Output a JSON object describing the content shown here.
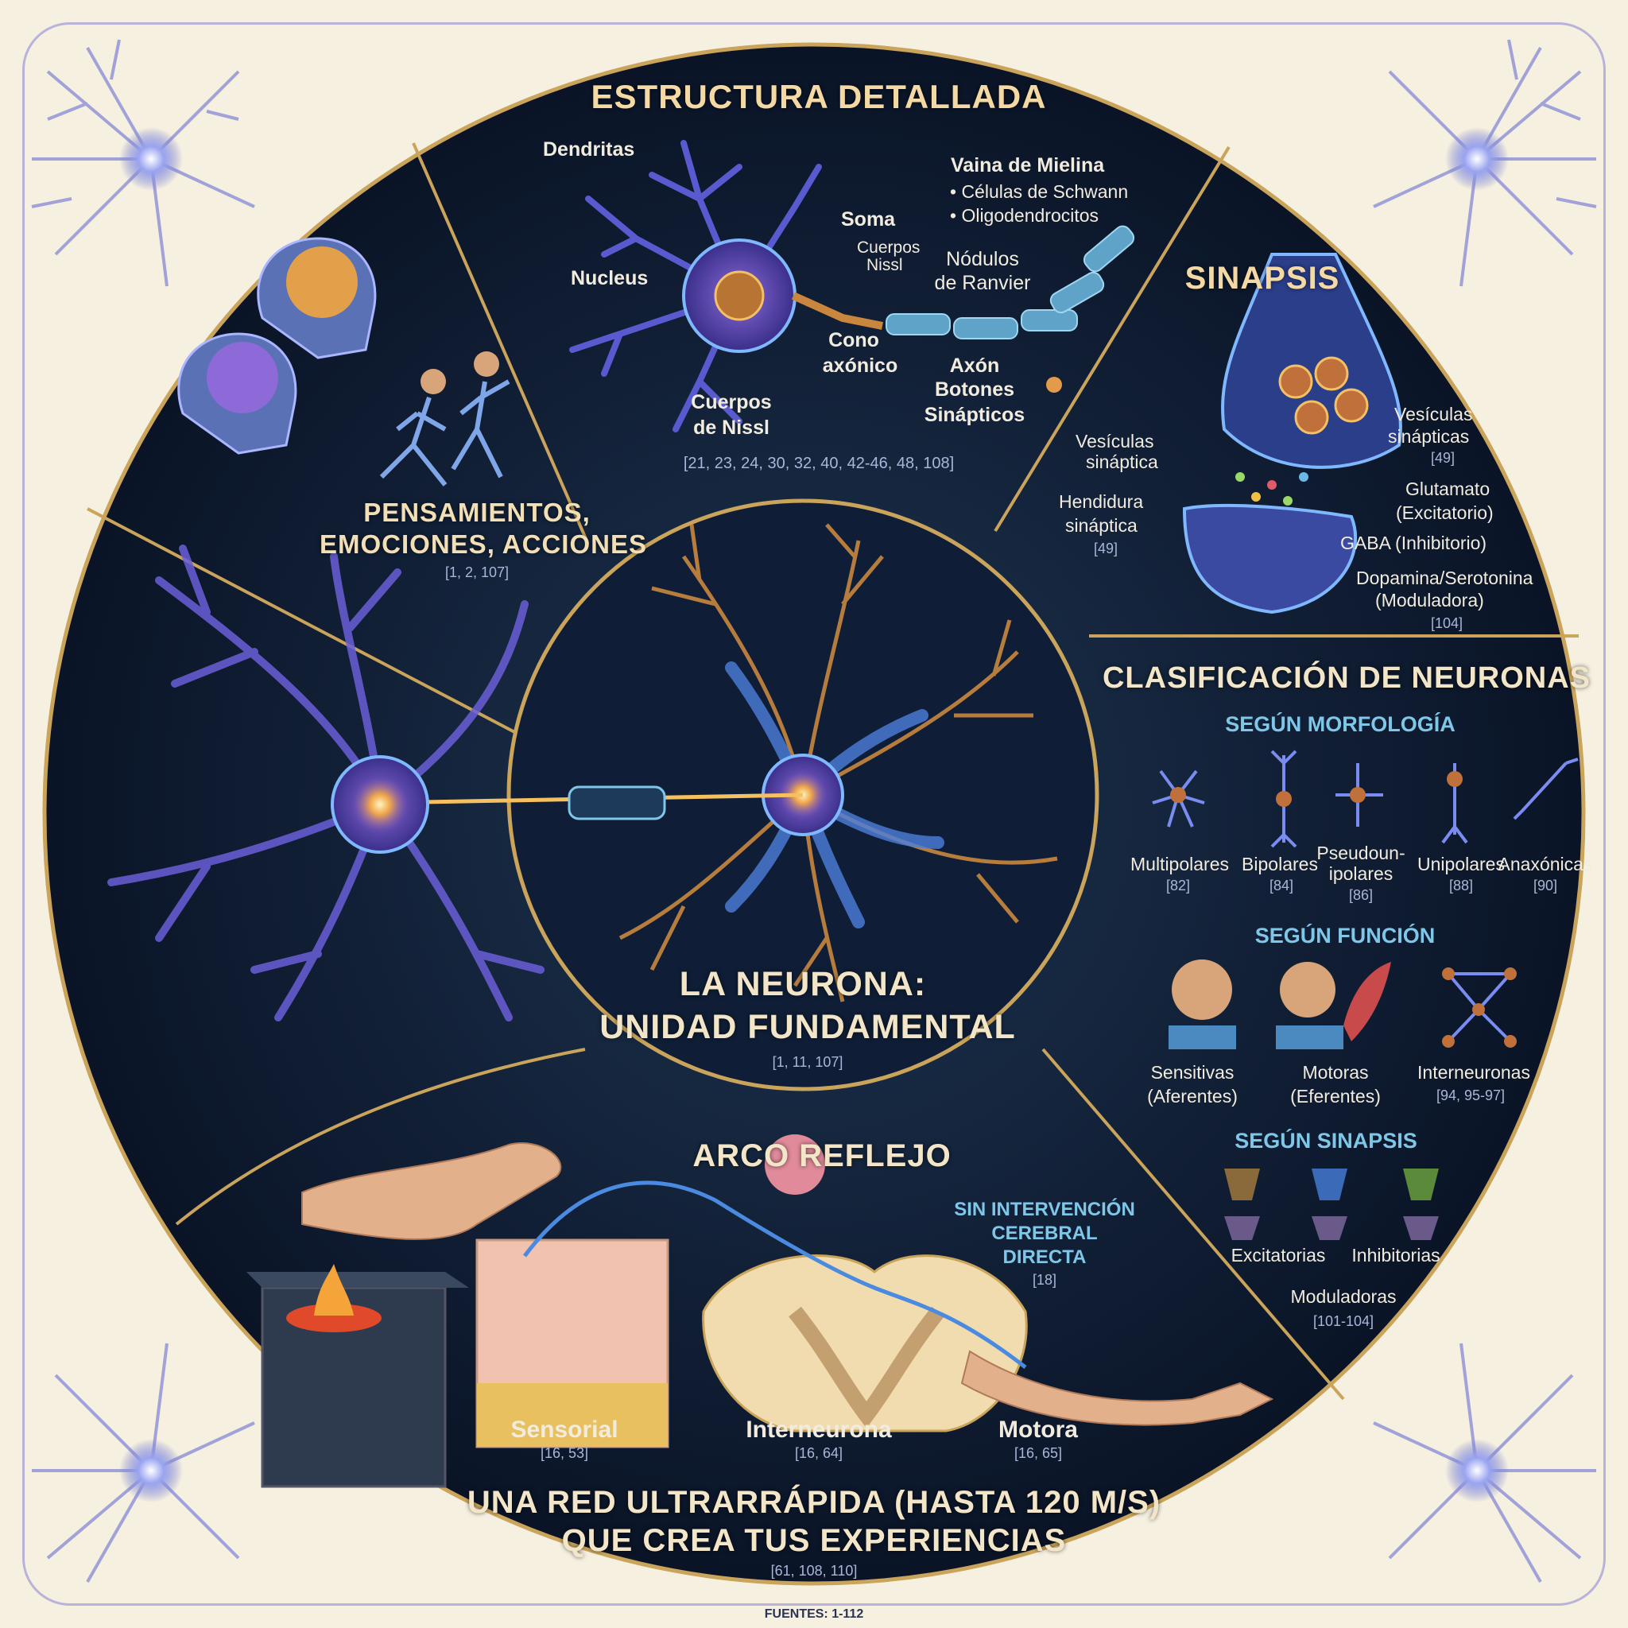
{
  "center": {
    "title_line1": "LA NEURONA:",
    "title_line2": "UNIDAD FUNDAMENTAL",
    "refs": "[1, 11, 107]"
  },
  "estructura": {
    "title": "ESTRUCTURA DETALLADA",
    "dendritas": "Dendritas",
    "soma": "Soma",
    "cuerpos_small_1": "Cuerpos",
    "cuerpos_small_2": "Nissl",
    "nucleus": "Nucleus",
    "vaina": "Vaina de Mielina",
    "schwann": "• Células de Schwann",
    "oligo": "• Oligodendrocitos",
    "nodulos_1": "Nódulos",
    "nodulos_2": "de Ranvier",
    "cono_1": "Cono",
    "cono_2": "axónico",
    "axon": "Axón",
    "botones_1": "Botones",
    "botones_2": "Sinápticos",
    "nissl_1": "Cuerpos",
    "nissl_2": "de Nissl",
    "refs": "[21, 23, 24, 30, 32, 40, 42-46, 48, 108]"
  },
  "sinapsis": {
    "title": "SINAPSIS",
    "ves_left_1": "Vesículas",
    "ves_left_2": "sináptica",
    "ves_right_1": "Vesículas",
    "ves_right_2": "sinápticas",
    "ves_right_ref": "[49]",
    "hendidura_1": "Hendidura",
    "hendidura_2": "sináptica",
    "hendidura_ref": "[49]",
    "glutamato_1": "Glutamato",
    "glutamato_2": "(Excitatorio)",
    "gaba": "GABA (Inhibitorio)",
    "dopamina_1": "Dopamina/Serotonina",
    "dopamina_2": "(Moduladora)",
    "ref": "[104]"
  },
  "pensamientos": {
    "line1": "PENSAMIENTOS,",
    "line2": "EMOCIONES, ACCIONES",
    "refs": "[1, 2, 107]"
  },
  "clasificacion": {
    "title": "CLASIFICACIÓN DE NEURONAS",
    "morfologia": "SEGÚN MORFOLOGÍA",
    "morph": [
      {
        "label": "Multipolares",
        "ref": "[82]"
      },
      {
        "label": "Bipolares",
        "ref": "[84]"
      },
      {
        "label1": "Pseudoun-",
        "label2": "ipolares",
        "ref": "[86]"
      },
      {
        "label": "Unipolares",
        "ref": "[88]"
      },
      {
        "label": "Anaxónicas",
        "ref": "[90]"
      }
    ],
    "funcion": "SEGÚN FUNCIÓN",
    "func": [
      {
        "label1": "Sensitivas",
        "label2": "(Aferentes)"
      },
      {
        "label1": "Motoras",
        "label2": "(Eferentes)"
      },
      {
        "label1": "Interneuronas",
        "label2": "[94, 95-97]"
      }
    ],
    "sinapsis": "SEGÚN SINAPSIS",
    "excit": "Excitatorias",
    "inhib": "Inhibitorias",
    "modul": "Moduladoras",
    "sin_ref": "[101-104]"
  },
  "reflejo": {
    "title": "ARCO REFLEJO",
    "sin_1": "SIN INTERVENCIÓN",
    "sin_2": "CEREBRAL",
    "sin_3": "DIRECTA",
    "sin_ref": "[18]",
    "sensorial": "Sensorial",
    "sensorial_ref": "[16, 53]",
    "inter": "Interneurona",
    "inter_ref": "[16, 64]",
    "motora": "Motora",
    "motora_ref": "[16, 65]"
  },
  "bottom": {
    "line1": "UNA RED ULTRARRÁPIDA (HASTA 120 M/S)",
    "line2": "QUE CREA TUS EXPERIENCIAS",
    "refs": "[61, 108, 110]"
  },
  "fuentes": "FUENTES: 1-112"
}
